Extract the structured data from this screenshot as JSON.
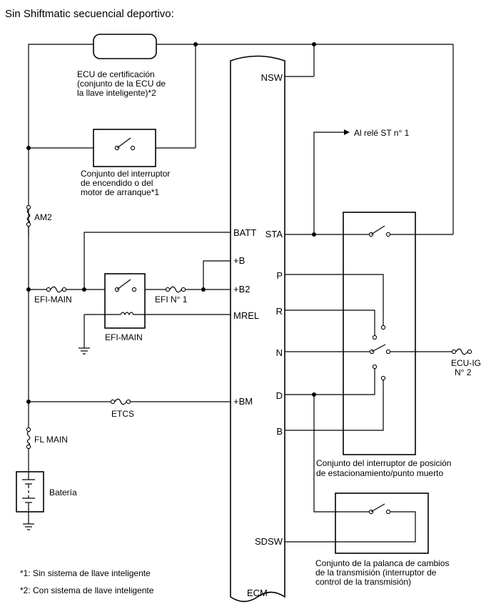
{
  "header": {
    "title": "Sin Shiftmatic secuencial deportivo:"
  },
  "ecu_cert": {
    "lines": [
      "ECU de certificación",
      "(conjunto de la ECU de",
      "la llave inteligente)*2"
    ]
  },
  "ignition_switch": {
    "lines": [
      "Conjunto del interruptor",
      "de encendido o del",
      "motor de arranque*1"
    ]
  },
  "fuses": {
    "am2": "AM2",
    "efi_main": "EFI-MAIN",
    "efi_no1": "EFI N° 1",
    "etcs": "ETCS",
    "fl_main": "FL MAIN",
    "ecu_ig": "ECU-IG",
    "ecu_ig_no": "N° 2"
  },
  "relay": {
    "label": "EFI-MAIN"
  },
  "battery": {
    "label": "Batería"
  },
  "ecm": {
    "label": "ECM",
    "pins_left": [
      "BATT",
      "+B",
      "+B2",
      "MREL",
      "+BM"
    ],
    "pins_right": [
      "NSW",
      "STA",
      "P",
      "R",
      "N",
      "D",
      "B",
      "SDSW"
    ]
  },
  "starter_relay": {
    "label": "Al relé ST n° 1"
  },
  "park_neutral": {
    "lines": [
      "Conjunto del interruptor de posición",
      "de estacionamiento/punto muerto"
    ]
  },
  "shift_lever": {
    "lines": [
      "Conjunto de la palanca de cambios",
      "de la transmisión (interruptor de",
      "control de la transmisión)"
    ]
  },
  "notes": [
    "*1: Sin sistema de llave inteligente",
    "*2: Con sistema de llave inteligente"
  ]
}
